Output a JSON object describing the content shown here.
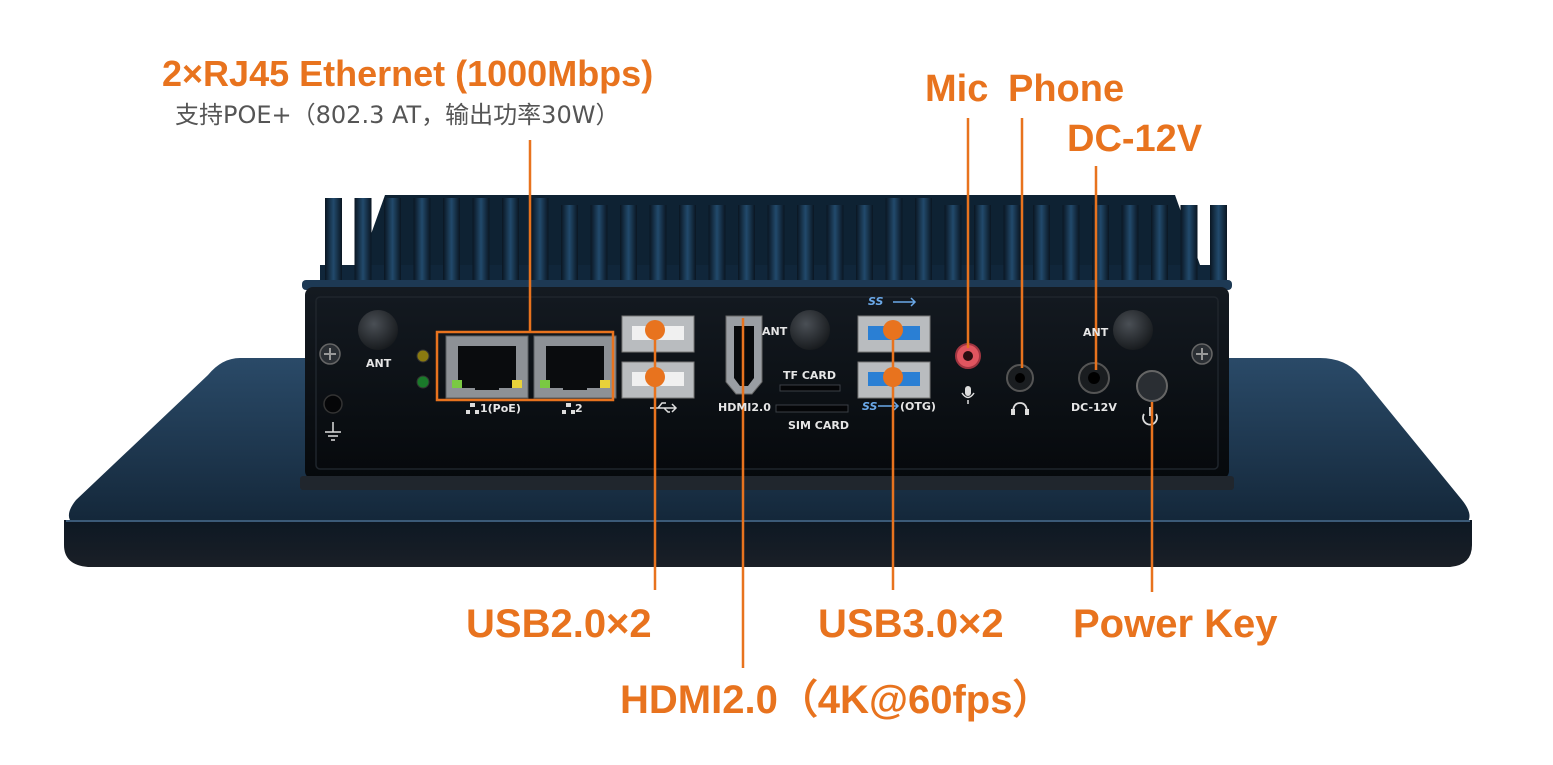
{
  "callouts": {
    "ethernet_title": "2×RJ45 Ethernet (1000Mbps)",
    "ethernet_note": "支持POE+（802.3 AT，输出功率30W）",
    "mic": "Mic",
    "phone": "Phone",
    "dc": "DC-12V",
    "usb2": "USB2.0×2",
    "usb3": "USB3.0×2",
    "power_key": "Power Key",
    "hdmi": "HDMI2.0（4K@60fps）"
  },
  "panel": {
    "ant_left": "ANT",
    "ant_mid": "ANT",
    "ant_right": "ANT",
    "lan1": "1(PoE)",
    "lan2": "2",
    "hdmi": "HDMI2.0",
    "tf_card": "TF CARD",
    "sim_card": "SIM CARD",
    "otg": "(OTG)",
    "dc": "DC-12V",
    "ss": "SS"
  },
  "colors": {
    "accent": "#e8731e",
    "chassis": "#0c1117",
    "heatsink": "#1a3a55",
    "base_plate": "#1e3852",
    "usb3_port": "#2a7fd4",
    "mic_jack": "#e0555f"
  },
  "icons": [
    "network-icon",
    "usb-icon",
    "mic-icon",
    "headphone-icon",
    "power-icon",
    "ground-icon",
    "screw-icon"
  ]
}
